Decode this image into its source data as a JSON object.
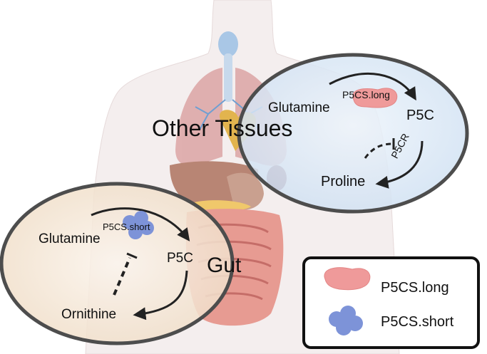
{
  "diagram": {
    "regions": {
      "other_tissues": {
        "label": "Other Tissues",
        "substrate": "Glutamine",
        "enzyme": "P5CS.long",
        "intermediate": "P5C",
        "reductase": "P5CR",
        "product": "Proline"
      },
      "gut": {
        "label": "Gut",
        "substrate": "Glutamine",
        "enzyme": "P5CS.short",
        "intermediate": "P5C",
        "product": "Ornithine"
      }
    },
    "legend": {
      "items": [
        {
          "label": "P5CS.long",
          "color": "#ef9a9a",
          "icon": "p5cs-long-icon"
        },
        {
          "label": "P5CS.short",
          "color": "#7d93d8",
          "icon": "p5cs-short-icon"
        }
      ]
    },
    "colors": {
      "other_tissues_fill": "#dce9f6",
      "gut_fill": "#f3e6d6",
      "ellipse_stroke": "#4d4d4d",
      "arrow": "#222222"
    }
  }
}
